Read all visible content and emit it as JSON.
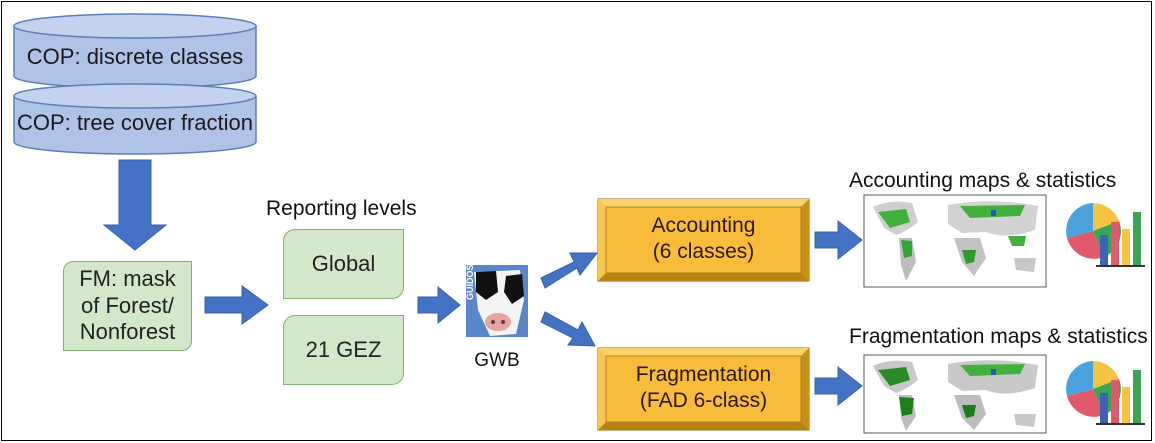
{
  "inputs": {
    "cop_discrete": "COP: discrete classes",
    "cop_tree_cover": "COP: tree cover fraction"
  },
  "forest_mask": {
    "label": "FM: mask\nof Forest/\nNonforest"
  },
  "reporting": {
    "heading": "Reporting levels",
    "global": "Global",
    "gez": "21 GEZ"
  },
  "gwb": {
    "label": "GWB",
    "logo_text": "GUIDOS"
  },
  "accounting": {
    "box_label": "Accounting\n(6 classes)",
    "output_heading": "Accounting maps & statistics"
  },
  "fragmentation": {
    "box_label": "Fragmentation\n(FAD 6-class)",
    "output_heading": "Fragmentation maps & statistics"
  },
  "colors": {
    "database_blue": "#aec3e6",
    "green_box": "#d3e8c9",
    "arrow_blue": "#4472c4",
    "orange_box": "#f7b730"
  }
}
